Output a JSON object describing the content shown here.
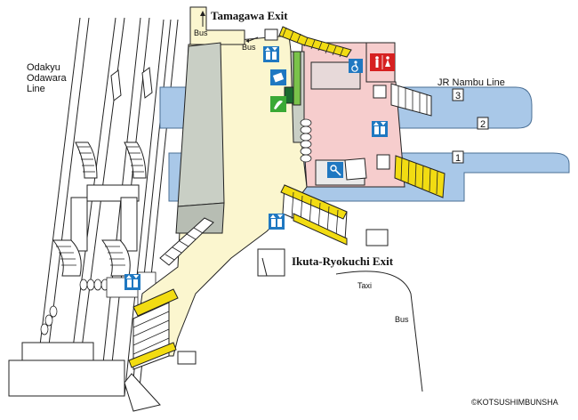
{
  "labels": {
    "tamagawa_exit": "Tamagawa Exit",
    "ikuta_ryokuchi_exit": "Ikuta-Ryokuchi Exit",
    "jr_nambu_line": "JR Nambu Line",
    "odakyu_line": [
      "Odakyu",
      "Odawara",
      "Line"
    ],
    "bus_top": "Bus",
    "bus_arrow": "Bus",
    "bus_bottom": "Bus",
    "taxi": "Taxi",
    "copyright": "©KOTSUSHIMBUNSHA"
  },
  "platforms": [
    "3",
    "2",
    "1"
  ],
  "colors": {
    "concourse": "#fbf6cf",
    "jr_area": "#f6cdcd",
    "platform": "#a9c8e8",
    "building": "#c9cfc5",
    "stairs": "#f2dc12",
    "icon_blue": "#1f78c1",
    "icon_green": "#3aa935",
    "toilet_red": "#d62020"
  },
  "icons": [
    "elevator-icon",
    "ticket-gate-icon",
    "wheelchair-icon",
    "restroom-icon",
    "locker-icon",
    "ticket-machine-icon",
    "green-window-icon"
  ]
}
